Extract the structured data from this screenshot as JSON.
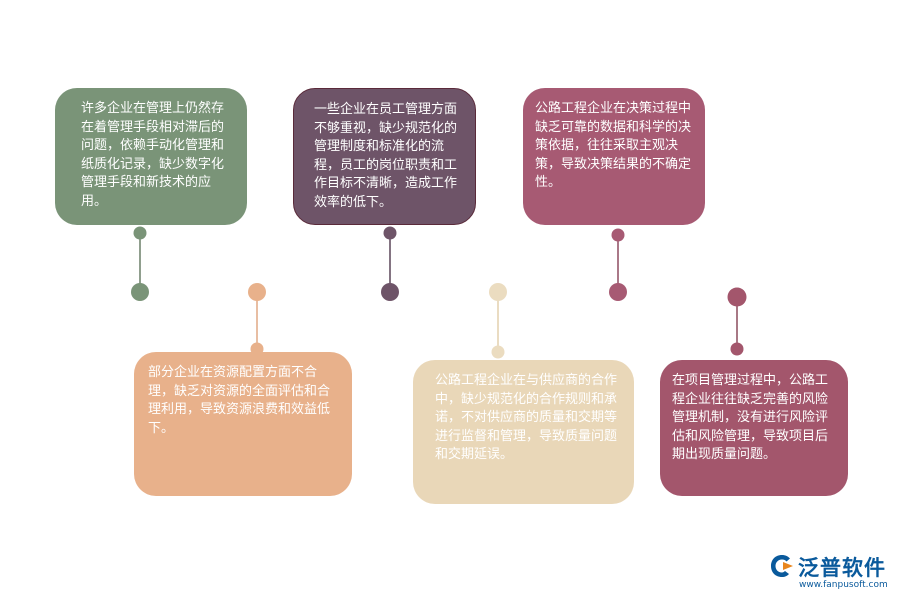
{
  "colors": {
    "timeline_start": "#21c46a",
    "timeline_end": "#e2b895",
    "sage": "#7a9478",
    "plum": "#6e5468",
    "rose": "#a75a73",
    "peach": "#e8b18b",
    "cream": "#e9d7b8",
    "berry": "#a3566c",
    "logo_blue": "#0a5a9c"
  },
  "items": [
    {
      "text": "许多企业在管理上仍然存在着管理手段相对滞后的问题，依赖手动化管理和纸质化记录，缺少数字化管理手段和新技术的应用。"
    },
    {
      "text": "一些企业在员工管理方面不够重视，缺少规范化的管理制度和标准化的流程，员工的岗位职责和工作目标不清晰，造成工作效率的低下。"
    },
    {
      "text": "公路工程企业在决策过程中缺乏可靠的数据和科学的决策依据，往往采取主观决策，导致决策结果的不确定性。"
    },
    {
      "text": "部分企业在资源配置方面不合理，缺乏对资源的全面评估和合理利用，导致资源浪费和效益低下。"
    },
    {
      "text": "公路工程企业在与供应商的合作中，缺少规范化的合作规则和承诺，不对供应商的质量和交期等进行监督和管理，导致质量问题和交期延误。"
    },
    {
      "text": "在项目管理过程中，公路工程企业往往缺乏完善的风险管理机制，没有进行风险评估和风险管理，导致项目后期出现质量问题。"
    }
  ],
  "logo": {
    "name": "泛普软件",
    "url": "www.fanpusoft.com"
  }
}
